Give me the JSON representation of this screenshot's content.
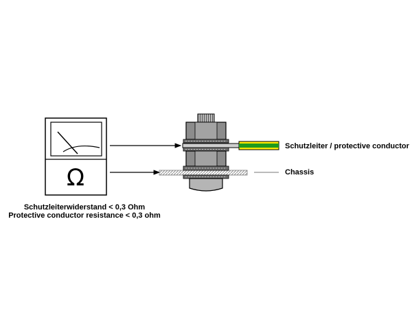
{
  "labels": {
    "protective_conductor": "Schutzleiter / protective conductor",
    "chassis": "Chassis",
    "caption_de": "Schutzleiterwiderstand < 0,3 Ohm",
    "caption_en": "Protective conductor resistance < 0,3 ohm"
  },
  "meter": {
    "symbol": "Ω",
    "symbol_name": "ohm-symbol"
  },
  "colors": {
    "outline": "#000000",
    "nut_gray": "#8c8c8c",
    "nut_dark": "#555555",
    "bolt_light": "#c8c8c8",
    "wire_green": "#1e9a1e",
    "wire_yellow": "#ffe800",
    "chassis_hatch": "#9a9a9a"
  }
}
